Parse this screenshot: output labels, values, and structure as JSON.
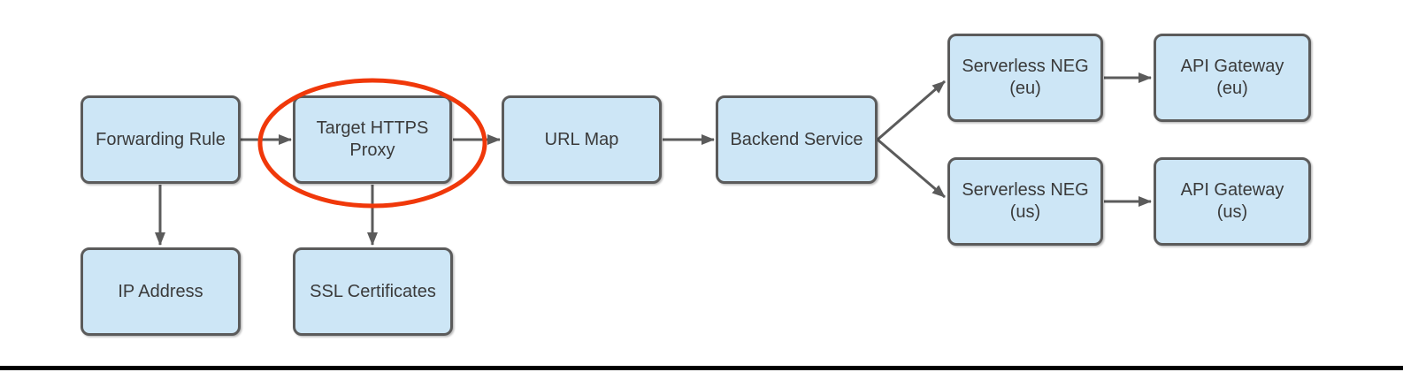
{
  "diagram": {
    "description": "Load balancer architecture flowchart",
    "nodes": [
      {
        "id": "forwarding-rule",
        "label": "Forwarding Rule"
      },
      {
        "id": "target-https-proxy",
        "label": "Target HTTPS\nProxy"
      },
      {
        "id": "url-map",
        "label": "URL Map"
      },
      {
        "id": "backend-service",
        "label": "Backend Service"
      },
      {
        "id": "serverless-neg-eu",
        "label": "Serverless NEG\n(eu)"
      },
      {
        "id": "api-gateway-eu",
        "label": "API Gateway\n(eu)"
      },
      {
        "id": "serverless-neg-us",
        "label": "Serverless NEG\n(us)"
      },
      {
        "id": "api-gateway-us",
        "label": "API Gateway\n(us)"
      },
      {
        "id": "ip-address",
        "label": "IP Address"
      },
      {
        "id": "ssl-certificates",
        "label": "SSL Certificates"
      }
    ],
    "edges": [
      {
        "from": "forwarding-rule",
        "to": "target-https-proxy"
      },
      {
        "from": "target-https-proxy",
        "to": "url-map"
      },
      {
        "from": "url-map",
        "to": "backend-service"
      },
      {
        "from": "backend-service",
        "to": "serverless-neg-eu"
      },
      {
        "from": "backend-service",
        "to": "serverless-neg-us"
      },
      {
        "from": "serverless-neg-eu",
        "to": "api-gateway-eu"
      },
      {
        "from": "serverless-neg-us",
        "to": "api-gateway-us"
      },
      {
        "from": "forwarding-rule",
        "to": "ip-address"
      },
      {
        "from": "target-https-proxy",
        "to": "ssl-certificates"
      }
    ],
    "annotation": {
      "shape": "ellipse",
      "around": "target-https-proxy"
    },
    "colors": {
      "node_fill": "#cde6f6",
      "node_border": "#5b5b5b",
      "arrow": "#5b5b5b",
      "text": "#3a3a3a",
      "highlight": "#f0380a",
      "footer_bar": "#000000"
    }
  }
}
